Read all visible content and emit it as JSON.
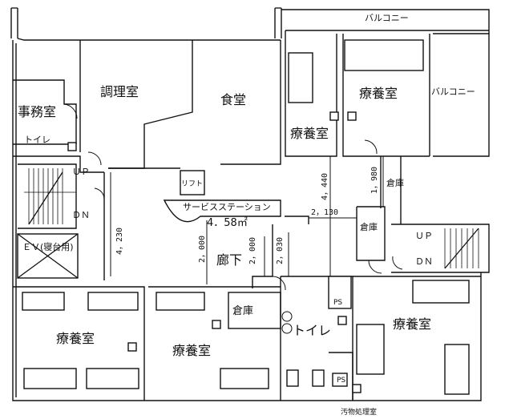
{
  "labels": {
    "balcony_top": "バルコニー",
    "balcony_right": "バルコニー",
    "cooking_room": "調理室",
    "dining_hall": "食堂",
    "office": "事務室",
    "toilet_small": "トイレ",
    "care_room_1": "療養室",
    "care_room_2": "療養室",
    "care_room_3": "療養室",
    "care_room_4": "療養室",
    "care_room_5": "療養室",
    "lift": "リフト",
    "service_station_name": "サービスステーション",
    "service_station_area": "4．58㎡",
    "corridor": "廊下",
    "storage_1": "倉庫",
    "storage_2": "倉庫",
    "storage_3": "倉庫",
    "toilet_large": "トイレ",
    "ev": "ＥＶ(寝台用)",
    "up_left": "ＵＰ",
    "dn_left": "ＤＮ",
    "up_right": "ＵＰ",
    "dn_right": "ＤＮ",
    "filth_room": "汚物処理室",
    "ps_1": "PS",
    "ps_2": "PS"
  },
  "dimensions": {
    "d_4230": "4，230",
    "d_2000a": "2，000",
    "d_2000b": "2，000",
    "d_2030": "2，030",
    "d_2130": "2，130",
    "d_4440": "4，440",
    "d_1980": "1，980"
  }
}
